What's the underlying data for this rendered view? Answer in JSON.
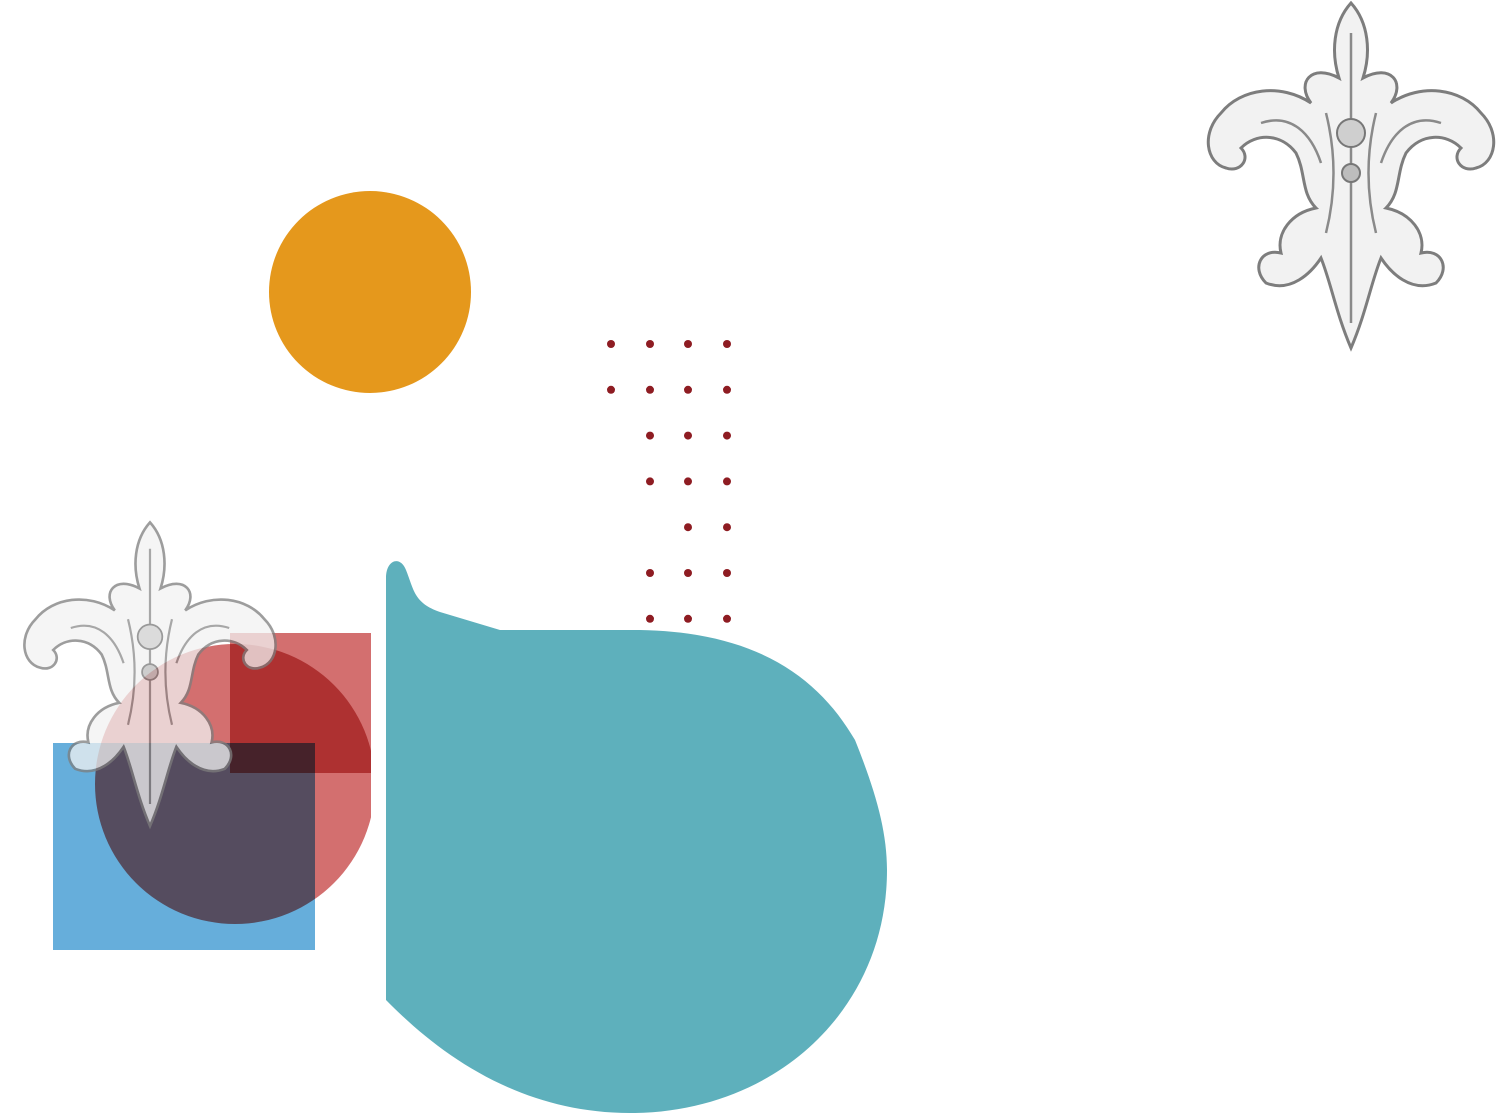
{
  "colors": {
    "orange": "#e5981c",
    "red": "#d36f6f",
    "blue": "#66aedb",
    "teal": "#5eb0bc",
    "dots": "#8e1c22",
    "ornament": "#8a8a8a"
  },
  "dot_grid": [
    [
      1,
      1,
      1,
      1
    ],
    [
      1,
      1,
      1,
      1
    ],
    [
      0,
      1,
      1,
      1
    ],
    [
      0,
      1,
      1,
      1
    ],
    [
      0,
      0,
      1,
      1
    ],
    [
      0,
      1,
      1,
      1
    ],
    [
      0,
      1,
      1,
      1
    ]
  ]
}
